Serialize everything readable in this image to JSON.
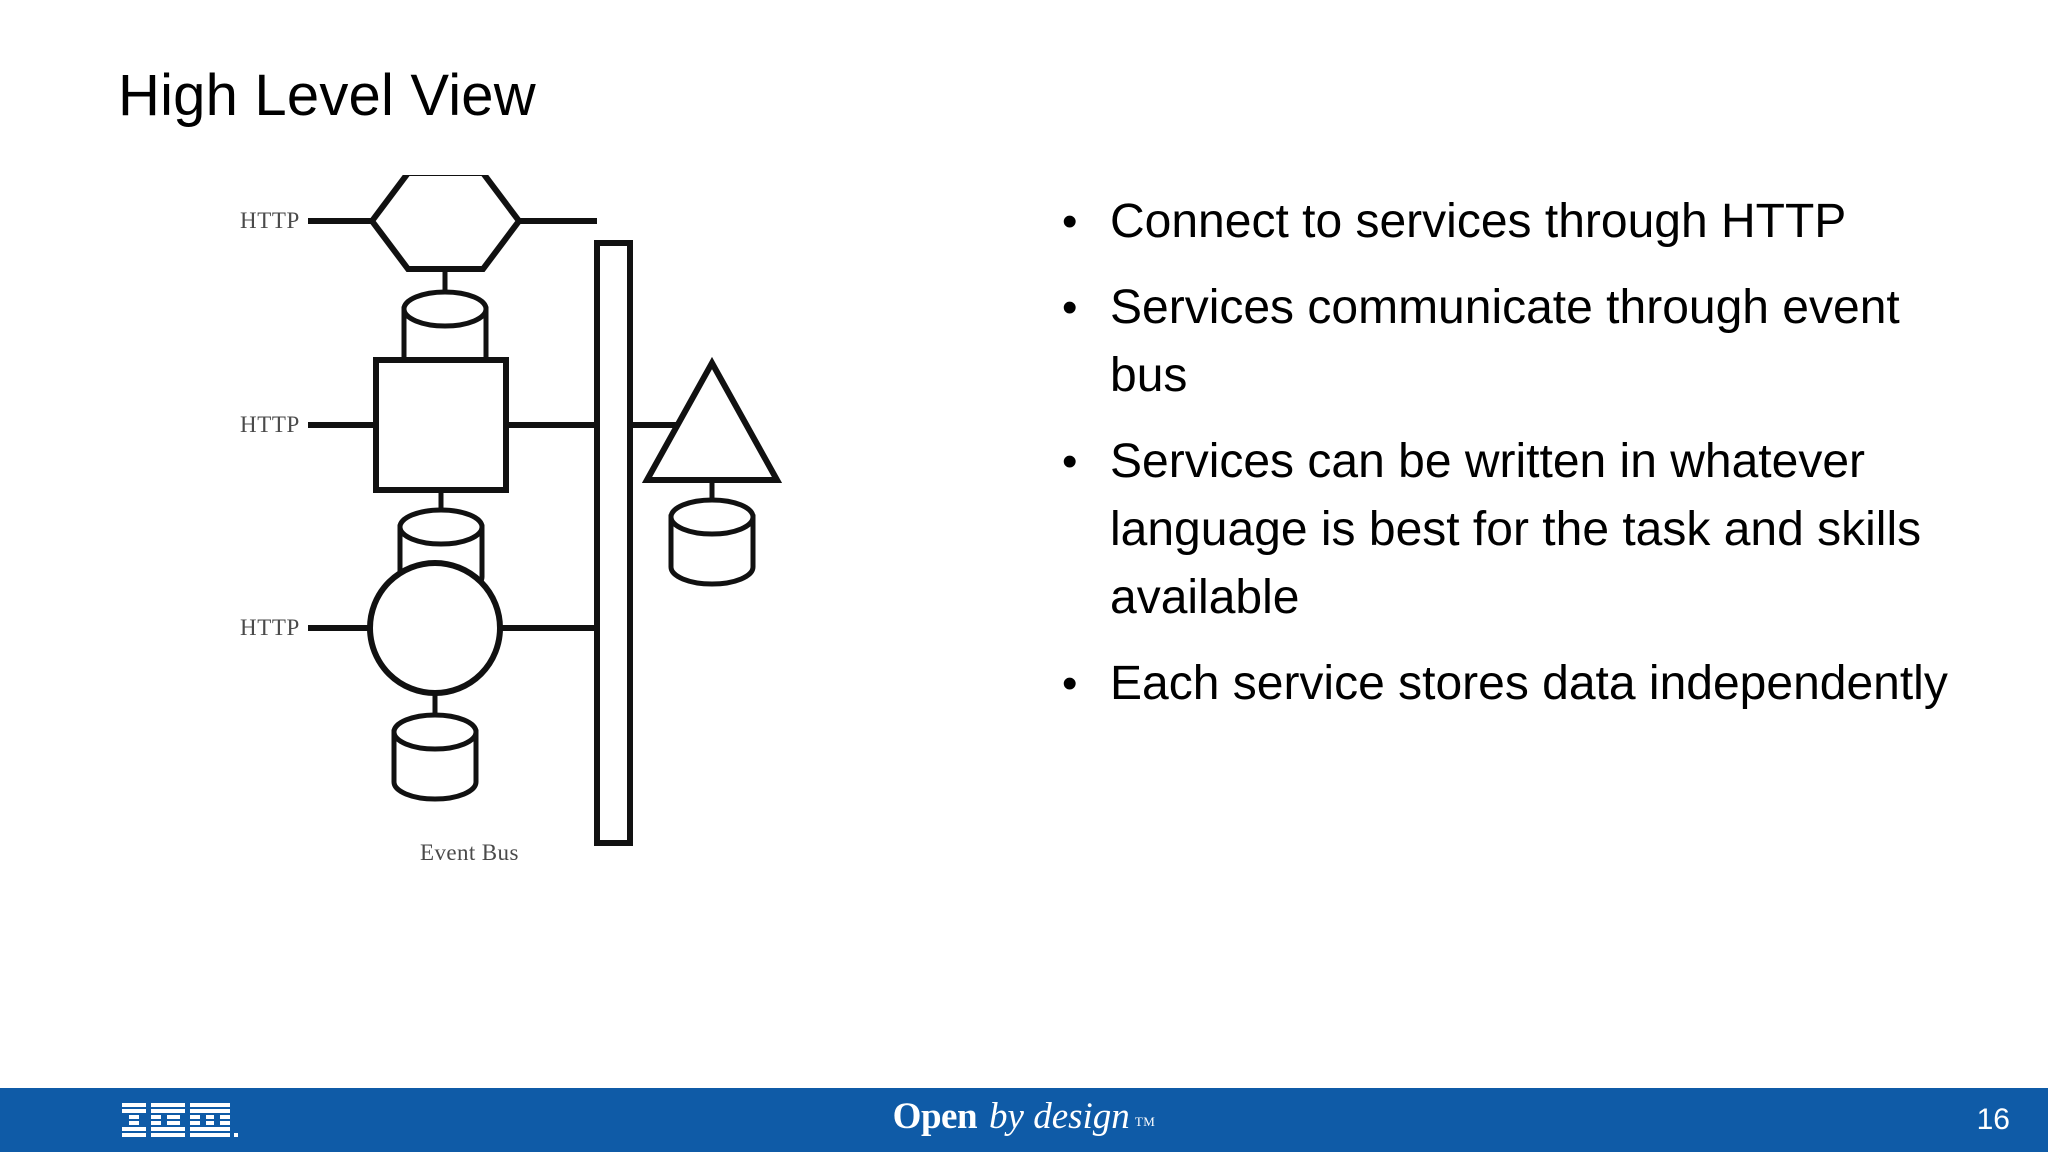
{
  "slide": {
    "title": "High Level View",
    "background_color": "#ffffff"
  },
  "diagram": {
    "name": "microservices-high-level-architecture",
    "event_bus_label": "Event Bus",
    "nodes": [
      {
        "id": "service-hexagon",
        "shape": "hexagon",
        "http_label": "HTTP",
        "has_database": true
      },
      {
        "id": "service-square",
        "shape": "square",
        "http_label": "HTTP",
        "has_database": true
      },
      {
        "id": "service-circle",
        "shape": "circle",
        "http_label": "HTTP",
        "has_database": true
      },
      {
        "id": "service-triangle",
        "shape": "triangle",
        "http_label": "",
        "has_database": true
      }
    ],
    "label_color": "#4a4a4a",
    "stroke_color": "#111111"
  },
  "bullets": {
    "marker": "•",
    "items": [
      "Connect to services through HTTP",
      "Services communicate through event bus",
      "Services can be written in whatever language is best for the task and skills available",
      "Each service stores data independently"
    ]
  },
  "footer": {
    "bar_color": "#0f5ba7",
    "logo_text": "IBM",
    "tagline_bold": "Open",
    "tagline_italic": "by design",
    "trademark": "TM",
    "page_number": "16"
  }
}
